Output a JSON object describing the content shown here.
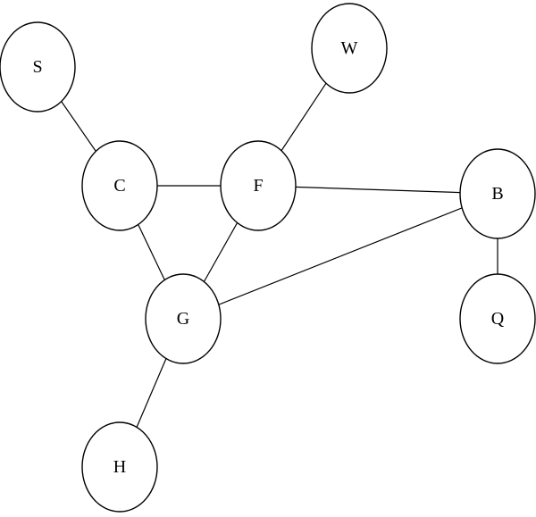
{
  "graph": {
    "nodes": [
      {
        "id": "S",
        "label": "S"
      },
      {
        "id": "W",
        "label": "W"
      },
      {
        "id": "C",
        "label": "C"
      },
      {
        "id": "F",
        "label": "F"
      },
      {
        "id": "B",
        "label": "B"
      },
      {
        "id": "G",
        "label": "G"
      },
      {
        "id": "Q",
        "label": "Q"
      },
      {
        "id": "H",
        "label": "H"
      }
    ],
    "edges": [
      {
        "from": "S",
        "to": "C"
      },
      {
        "from": "W",
        "to": "F"
      },
      {
        "from": "C",
        "to": "F"
      },
      {
        "from": "C",
        "to": "G"
      },
      {
        "from": "F",
        "to": "G"
      },
      {
        "from": "F",
        "to": "B"
      },
      {
        "from": "B",
        "to": "G"
      },
      {
        "from": "B",
        "to": "Q"
      },
      {
        "from": "G",
        "to": "H"
      }
    ]
  }
}
